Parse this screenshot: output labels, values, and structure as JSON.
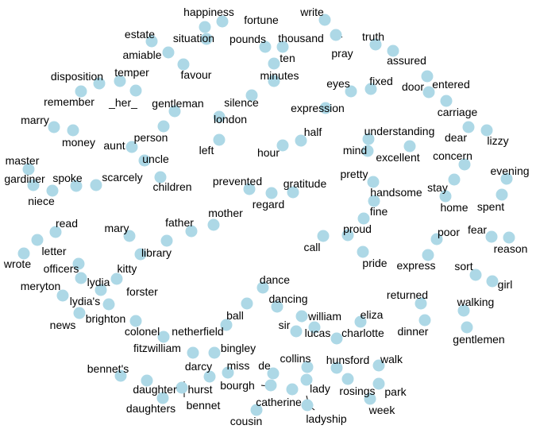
{
  "colors": {
    "node": "#add8e6",
    "label": "#000000",
    "edge": "#000000",
    "background": "#ffffff"
  },
  "words": [
    "happiness",
    "fortune",
    "write",
    "estate",
    "situation",
    "pounds",
    "thousand",
    "pray",
    "truth",
    "amiable",
    "ten",
    "favour",
    "assured",
    "temper",
    "disposition",
    "minutes",
    "fixed",
    "eyes",
    "entered",
    "door",
    "remember",
    "_her_",
    "gentleman",
    "silence",
    "expression",
    "carriage",
    "marry",
    "london",
    "money",
    "person",
    "half",
    "understanding",
    "dear",
    "lizzy",
    "aunt",
    "left",
    "hour",
    "mind",
    "excellent",
    "master",
    "uncle",
    "concern",
    "evening",
    "spoke",
    "scarcely",
    "gardiner",
    "children",
    "pretty",
    "stay",
    "prevented",
    "gratitude",
    "niece",
    "regard",
    "handsome",
    "home",
    "spent",
    "mother",
    "fine",
    "read",
    "mary",
    "father",
    "fear",
    "proud",
    "poor",
    "letter",
    "call",
    "library",
    "reason",
    "wrote",
    "officers",
    "kitty",
    "pride",
    "express",
    "sort",
    "lydia",
    "meryton",
    "forster",
    "girl",
    "dance",
    "lydia's",
    "returned",
    "brighton",
    "walking",
    "dancing",
    "news",
    "ball",
    "william",
    "eliza",
    "colonel",
    "netherfield",
    "sir",
    "lucas",
    "charlotte",
    "dinner",
    "gentlemen",
    "fitzwilliam",
    "bingley",
    "collins",
    "darcy",
    "miss",
    "de",
    "hunsford",
    "walk",
    "bennet's",
    "bourgh",
    "daughter",
    "hurst",
    "lady",
    "rosings",
    "park",
    "catherine",
    "daughters",
    "bennet",
    "week",
    "ladyship",
    "cousin"
  ]
}
